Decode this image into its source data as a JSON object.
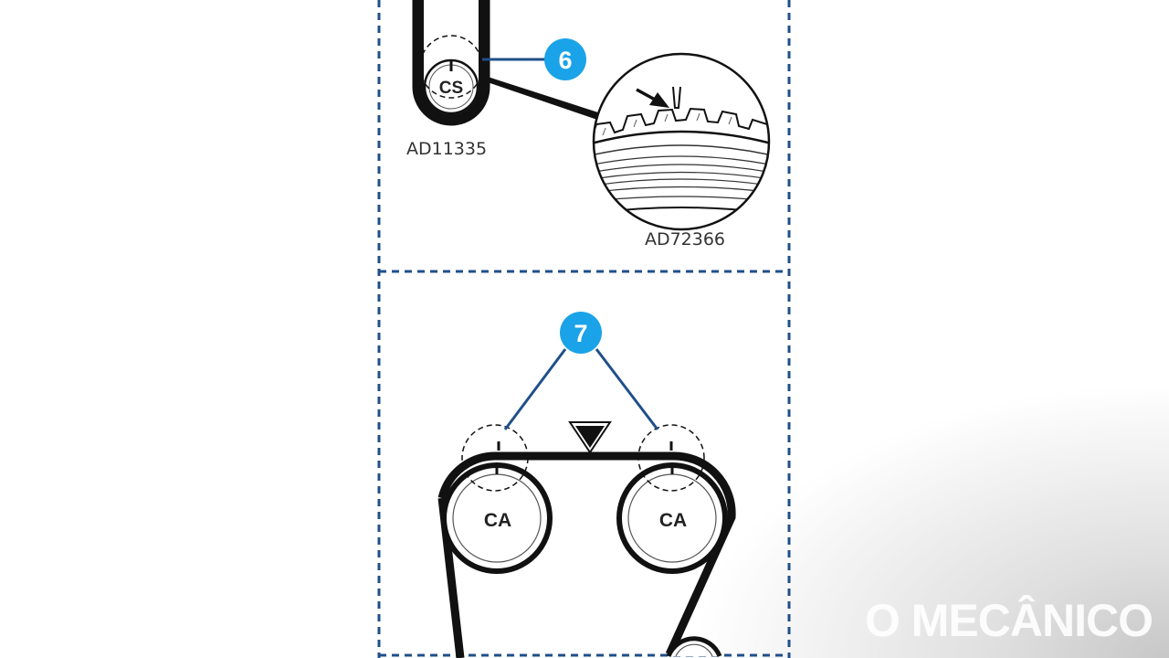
{
  "panel_top": {
    "step_number": "6",
    "pulley_label": "CS",
    "part_code_left": "AD11335",
    "part_code_detail": "AD72366"
  },
  "panel_bottom": {
    "step_number": "7",
    "pulley_left_label": "CA",
    "pulley_right_label": "CA"
  },
  "watermark": {
    "text": "O MECÂNICO"
  },
  "colors": {
    "badge_fill": "#1aa3e8",
    "leader_line": "#1f4f8a",
    "dashed_border": "#1f4f8a",
    "belt": "#111111"
  }
}
